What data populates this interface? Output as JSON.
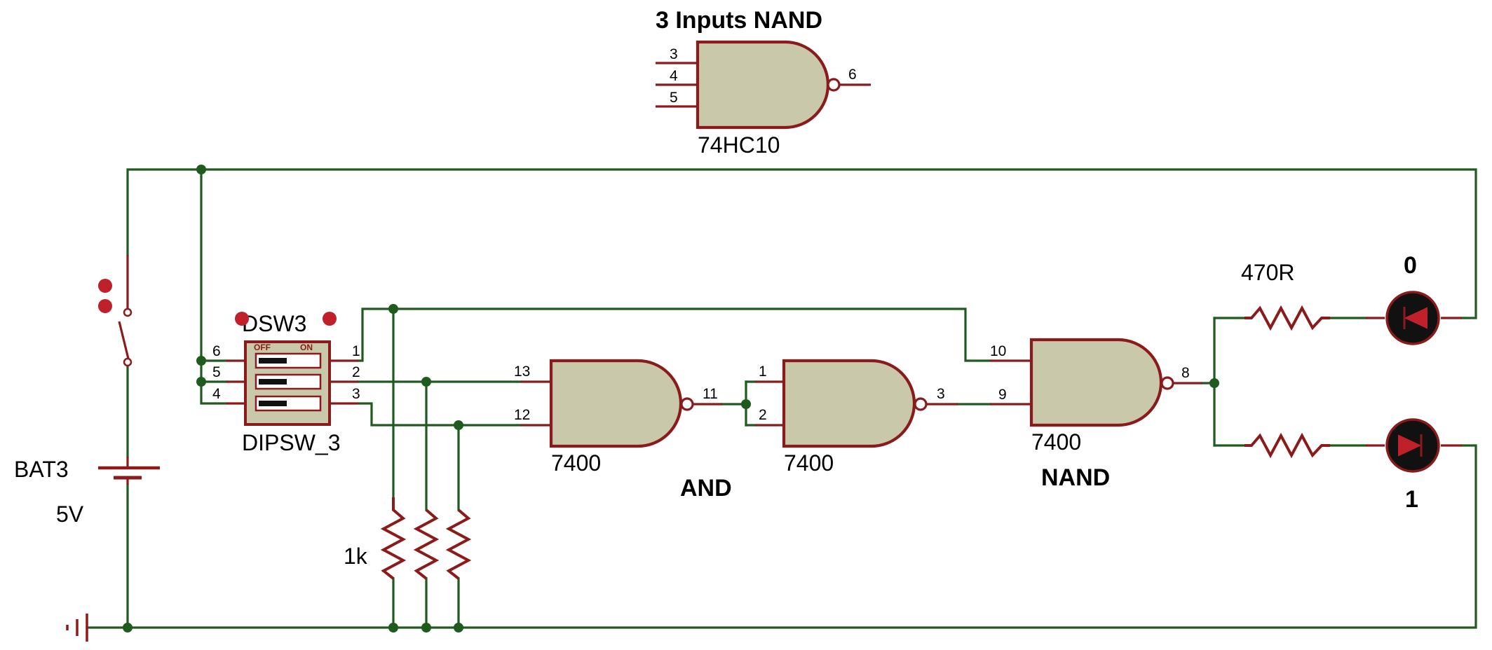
{
  "title": "3 Inputs NAND",
  "reference_chip": {
    "part": "74HC10",
    "input_pins": [
      "3",
      "4",
      "5"
    ],
    "output_pin": "6"
  },
  "battery": {
    "name": "BAT3",
    "value": "5V"
  },
  "dipswitch": {
    "ref": "DSW3",
    "part": "DIPSW_3",
    "off_label": "OFF",
    "on_label": "ON",
    "left_pins": [
      "6",
      "5",
      "4"
    ],
    "right_pins": [
      "1",
      "2",
      "3"
    ]
  },
  "pulldown": {
    "value": "1k"
  },
  "gate_and_nand": {
    "part": "7400",
    "input_pins": [
      "13",
      "12"
    ],
    "output_pin": "11"
  },
  "gate_inverter": {
    "part": "7400",
    "input_pins": [
      "1",
      "2"
    ],
    "output_pin": "3"
  },
  "gate_final": {
    "part": "7400",
    "input_pins": [
      "10",
      "9"
    ],
    "output_pin": "8"
  },
  "and_label": "AND",
  "nand_label": "NAND",
  "led_resistor": {
    "value": "470R"
  },
  "led_top_label": "0",
  "led_bottom_label": "1",
  "colors": {
    "wire": "#1f5a1f",
    "component": "#8b1a1a",
    "gate_fill": "#c9c8aa",
    "led_arrow": "#c0202a"
  }
}
